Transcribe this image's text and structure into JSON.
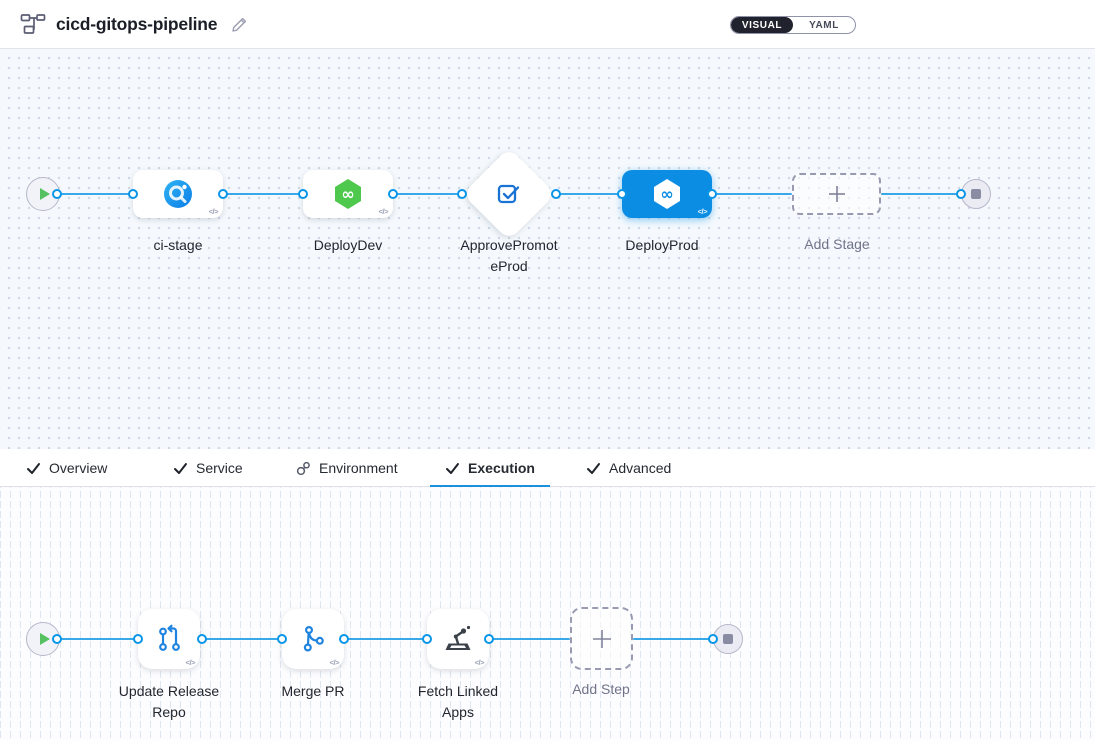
{
  "header": {
    "title": "cicd-gitops-pipeline",
    "view_toggle": {
      "visual_label": "VISUAL",
      "yaml_label": "YAML",
      "selected": "VISUAL"
    }
  },
  "ui": {
    "code_badge": "</>"
  },
  "colors": {
    "accent_blue": "#0b8de4",
    "connector_blue": "#38a8e8",
    "tab_underline_blue": "#1b90dc",
    "cd_green": "#4ec94d",
    "toggle_dark": "#20232d",
    "canvas_dots_bg": "#f5f9fd"
  },
  "stage_pipeline": {
    "stages": [
      {
        "name": "ci-stage",
        "label_lines": [
          "ci-stage"
        ],
        "icon": "ci-build-icon",
        "selected": false
      },
      {
        "name": "DeployDev",
        "label_lines": [
          "DeployDev"
        ],
        "icon": "cd-deploy-icon",
        "selected": false
      },
      {
        "name": "ApprovePromoteProd",
        "label_lines": [
          "ApprovePromot",
          "eProd"
        ],
        "icon": "approval-icon",
        "selected": false
      },
      {
        "name": "DeployProd",
        "label_lines": [
          "DeployProd"
        ],
        "icon": "cd-deploy-icon",
        "selected": true
      }
    ],
    "add_stage_label": "Add Stage"
  },
  "tabs": [
    {
      "label": "Overview",
      "icon": "check",
      "active": false
    },
    {
      "label": "Service",
      "icon": "check",
      "active": false
    },
    {
      "label": "Environment",
      "icon": "environment",
      "active": false
    },
    {
      "label": "Execution",
      "icon": "check",
      "active": true
    },
    {
      "label": "Advanced",
      "icon": "check",
      "active": false
    }
  ],
  "execution_steps": {
    "steps": [
      {
        "name": "Update Release Repo",
        "label_lines": [
          "Update Release",
          "Repo"
        ],
        "icon": "git-fetch-icon"
      },
      {
        "name": "Merge PR",
        "label_lines": [
          "Merge PR"
        ],
        "icon": "git-merge-icon"
      },
      {
        "name": "Fetch Linked Apps",
        "label_lines": [
          "Fetch Linked",
          "Apps"
        ],
        "icon": "linked-apps-icon"
      }
    ],
    "add_step_label": "Add Step"
  }
}
